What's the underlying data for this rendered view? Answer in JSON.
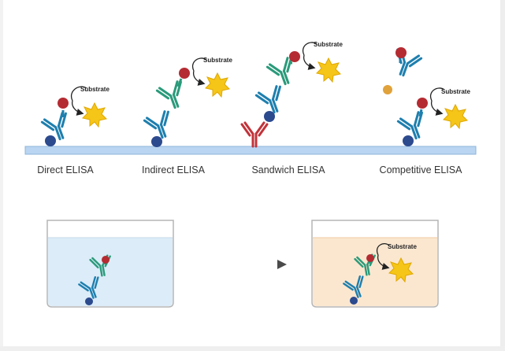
{
  "labels": {
    "substrate": "Substrate",
    "direct": "Direct ELISA",
    "indirect": "Indirect ELISA",
    "sandwich": "Sandwich ELISA",
    "competitive": "Competitive ELISA"
  },
  "colors": {
    "surface": "#b9d5f1",
    "surface_edge": "#8fb4da",
    "primary_antibody": "#1e7fae",
    "secondary_antibody": "#2a9a7a",
    "capture_antibody": "#c2333a",
    "antigen": "#2c4a8e",
    "enzyme": "#b52b32",
    "substrate_star": "#f5c518",
    "competitor": "#e0a23a",
    "well_blue": "#dcecf8",
    "well_orange": "#fbe7d0",
    "arrow": "#4a4a4a"
  }
}
